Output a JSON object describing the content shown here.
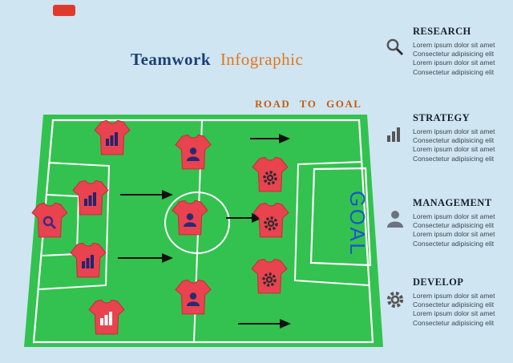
{
  "title": {
    "main": "Teamwork",
    "accent": "Infographic"
  },
  "road_label": "ROAD TO GOAL",
  "goal_label": "GOAL",
  "colors": {
    "background": "#cfe5f1",
    "grass": "#33c24f",
    "line": "#ffffff",
    "shirt": "#e8434f",
    "goal_text": "#1b55cc",
    "accent_orange": "#e0761c",
    "title_navy": "#1c3f77"
  },
  "players": [
    {
      "icon": "bar-chart-icon"
    },
    {
      "icon": "person-icon"
    },
    {
      "icon": "bar-chart-icon"
    },
    {
      "icon": "person-icon"
    },
    {
      "icon": "magnifier-icon"
    },
    {
      "icon": "gear-icon"
    },
    {
      "icon": "gear-icon"
    },
    {
      "icon": "bar-chart-icon"
    },
    {
      "icon": "person-icon"
    },
    {
      "icon": "gear-icon"
    },
    {
      "icon": "bar-chart-white-icon"
    }
  ],
  "sections": [
    {
      "icon": "magnifier-icon",
      "title": "RESEARCH",
      "body": "Lorem ipsum dolor sit amet\nConsectetur adipisicing elit\nLorem ipsum dolor sit amet\nConsectetur adipisicing elit"
    },
    {
      "icon": "bar-chart-icon",
      "title": "STRATEGY",
      "body": "Lorem ipsum dolor sit amet\nConsectetur adipisicing elit\nLorem ipsum dolor sit amet\nConsectetur adipisicing elit"
    },
    {
      "icon": "person-icon",
      "title": "MANAGEMENT",
      "body": "Lorem ipsum dolor sit amet\nConsectetur adipisicing elit\nLorem ipsum dolor sit amet\nConsectetur adipisicing elit"
    },
    {
      "icon": "gear-icon",
      "title": "DEVELOP",
      "body": "Lorem ipsum dolor sit amet\nConsectetur adipisicing elit\nLorem ipsum dolor sit amet\nConsectetur adipisicing elit"
    }
  ]
}
